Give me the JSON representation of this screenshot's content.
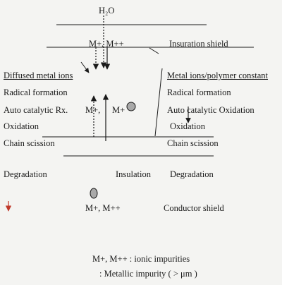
{
  "title": "H₂O",
  "top_ions": "M+,  M++",
  "insulation_shield": "Insuration shield",
  "left": {
    "heading": "Diffused metal ions",
    "steps": [
      "Radical formation",
      "Auto catalytic Rx.",
      "Oxidation",
      "Chain scission"
    ]
  },
  "center_ions": "M+,",
  "center_ions2": "M+",
  "right": {
    "heading": "Metal ions/polymer constant",
    "steps": [
      "Radical formation",
      "Auto catalytic Oxidation",
      "Oxidation",
      "Chain scission"
    ]
  },
  "bottom_row": {
    "left": "Degradation",
    "center": "Insulation",
    "right": "Degradation"
  },
  "lower_ions": "M+,   M++",
  "conductor_shield": "Conductor shield",
  "legend": {
    "ionic": "M+,   M++ : ionic impurities",
    "metallic": ": Metallic impurity ( > μm )"
  },
  "colors": {
    "ink": "#1a1a1a",
    "arrow_red": "#c0392b",
    "impurity_fill": "#a9a9a9"
  }
}
